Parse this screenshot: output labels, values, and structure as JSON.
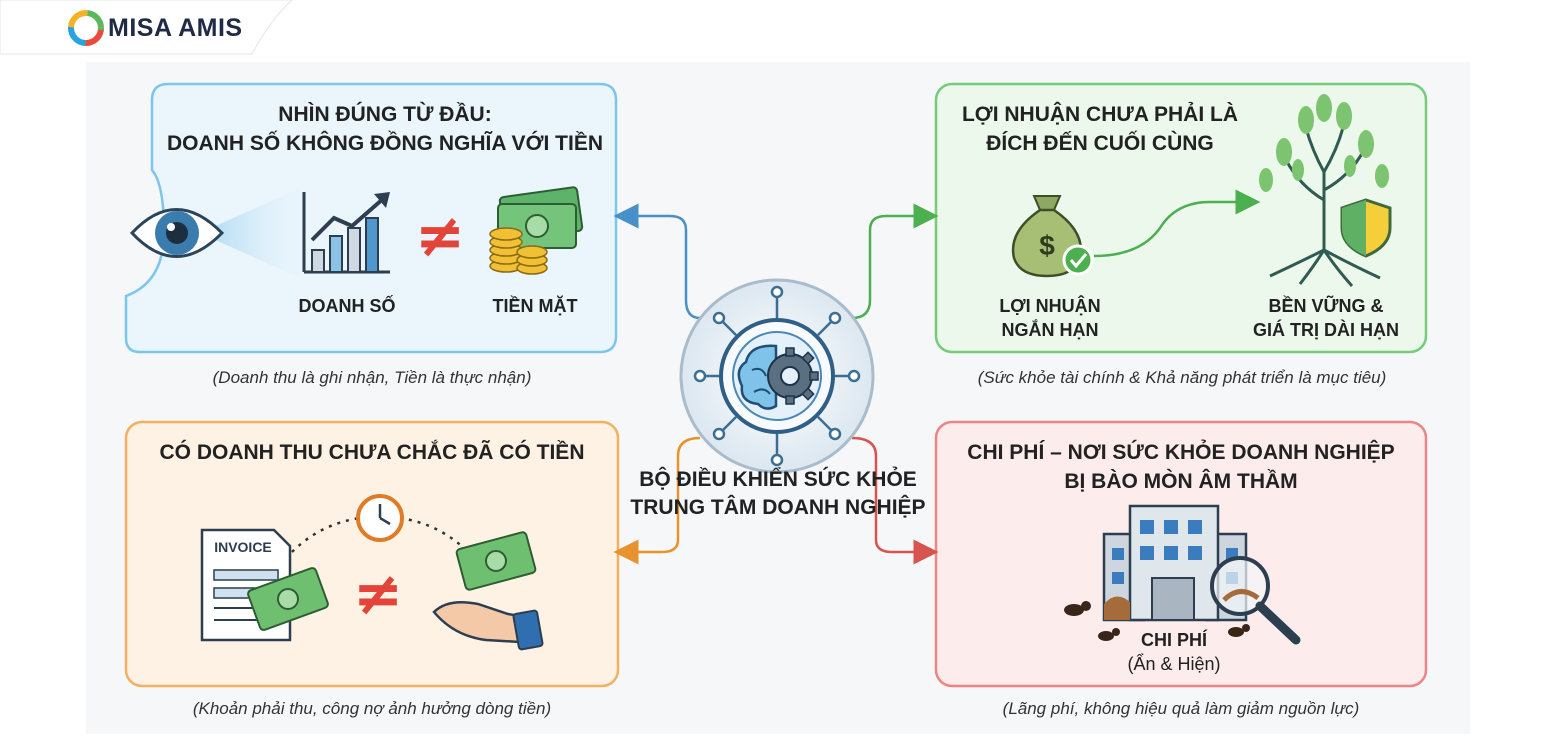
{
  "brand": {
    "name": "MISA AMIS"
  },
  "center": {
    "title": "BỘ ĐIỀU KHIỂN SỨC KHỎE TRUNG TÂM DOANH NGHIỆP"
  },
  "panels": {
    "top_left": {
      "title_line1": "NHÌN ĐÚNG TỪ ĐẦU:",
      "title_line2": "DOANH SỐ KHÔNG ĐỒNG NGHĨA VỚI TIỀN",
      "label_left": "DOANH SỐ",
      "label_right": "TIỀN MẶT",
      "caption": "(Doanh thu là ghi nhận, Tiền là thực nhận)",
      "color": "#5fb8e8"
    },
    "top_right": {
      "title_line1": "LỢI NHUẬN CHƯA PHẢI LÀ",
      "title_line2": "ĐÍCH ĐẾN CUỐI CÙNG",
      "label_left_line1": "LỢI NHUẬN",
      "label_left_line2": "NGẮN HẠN",
      "label_right_line1": "BỀN VỮNG &",
      "label_right_line2": "GIÁ TRỊ DÀI HẠN",
      "caption": "(Sức khỏe tài chính & Khả năng phát triển là mục tiêu)",
      "color": "#66c56a"
    },
    "bottom_left": {
      "title": "CÓ DOANH THU CHƯA CHẮC ĐÃ CÓ TIỀN",
      "invoice_label": "INVOICE",
      "caption": "(Khoản phải thu, công nợ ảnh hưởng dòng tiền)",
      "color": "#f2a650"
    },
    "bottom_right": {
      "title_line1": "CHI PHÍ – NƠI SỨC KHỎE DOANH NGHIỆP",
      "title_line2": "BỊ BÀO MÒN ÂM THẦM",
      "label_line1": "CHI PHÍ",
      "label_line2": "(Ẩn & Hiện)",
      "caption": "(Lãng phí, không hiệu quả làm giảm nguồn lực)",
      "color": "#e86b6b"
    }
  },
  "symbols": {
    "not_equal": "≠"
  }
}
